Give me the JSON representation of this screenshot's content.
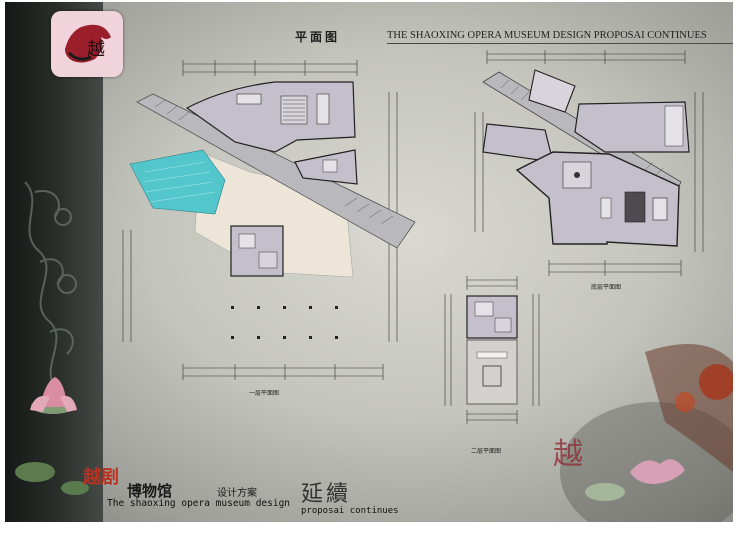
{
  "header": {
    "title_cn": "平面图",
    "title_en": "THE SHAOXING OPERA MUSEUM DESIGN PROPOSAI CONTINUES"
  },
  "logo": {
    "glyph": "越"
  },
  "plans": {
    "first_floor_label": "一层平面图",
    "ground_floor_label": "底层平面图",
    "second_floor_label": "二层平面图"
  },
  "footer": {
    "name_cn": "越剧",
    "museum_cn": "博物馆",
    "scheme_cn": "设计方案",
    "continue_cn": "延續",
    "en_line1": "The shaoxing opera museum design",
    "en_line2": "proposai continues"
  },
  "colors": {
    "room_fill": "#c5bfcb",
    "plaza_fill": "#ede6d8",
    "water_fill": "#53c6cb",
    "wall": "#222222",
    "accent_red": "#b83222"
  }
}
